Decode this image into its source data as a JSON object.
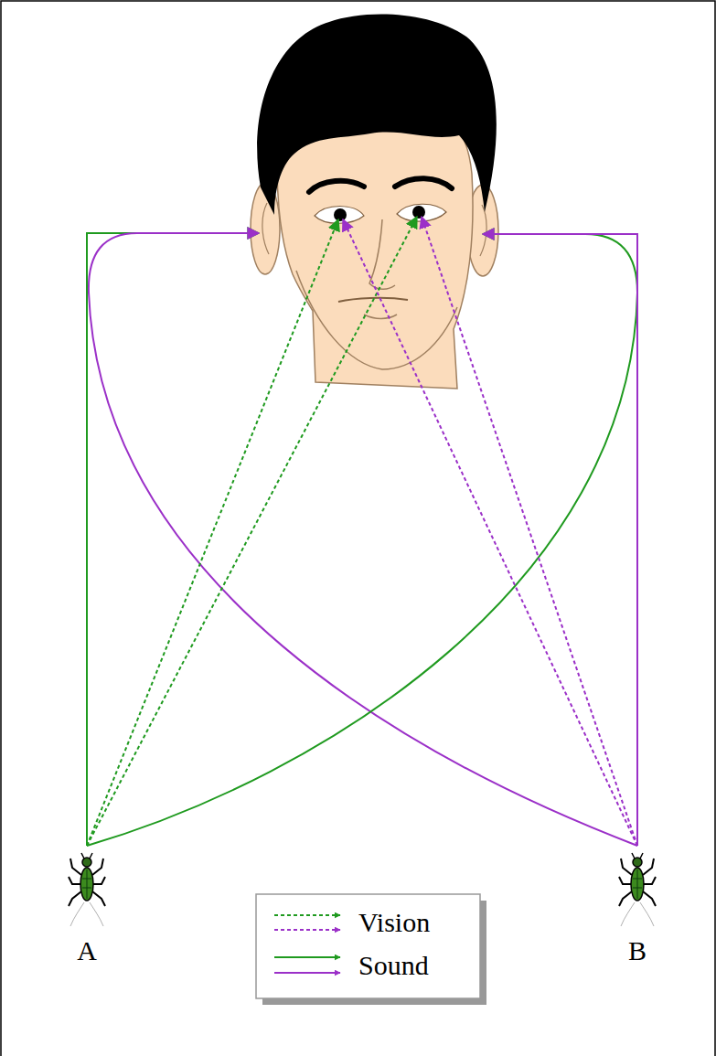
{
  "diagram": {
    "labels": [
      "A",
      "B"
    ],
    "legend": [
      {
        "text": "Vision"
      },
      {
        "text": "Sound"
      }
    ]
  }
}
